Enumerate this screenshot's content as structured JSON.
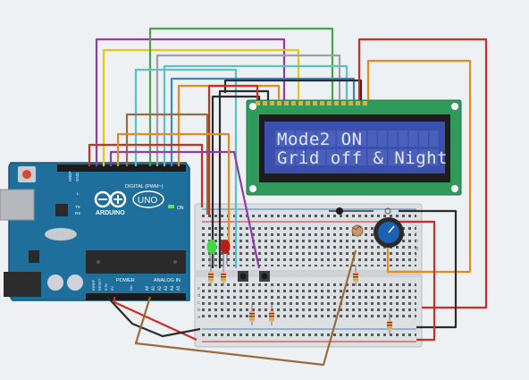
{
  "lcd": {
    "line1": "Mode2 ON",
    "line2": "Grid off & Night"
  },
  "arduino": {
    "brand": "ARDUINO",
    "model": "UNO",
    "digital_label": "DIGITAL (PWM~)",
    "analog_label": "ANALOG IN",
    "power_label": "POWER",
    "on_label": "ON",
    "tx_label": "TX",
    "rx_label": "RX",
    "l_label": "L",
    "aref_label": "AREF",
    "gnd_label": "GND",
    "ioref_label": "IOREF",
    "reset_label": "RESET",
    "v33_label": "3.3V",
    "v5_label": "5V",
    "vin_label": "Vin",
    "analog_pins": [
      "A0",
      "A1",
      "A2",
      "A3",
      "A4",
      "A5"
    ]
  },
  "breadboard": {
    "rows_left": [
      "a",
      "b",
      "c",
      "d",
      "e"
    ],
    "rows_right": [
      "f",
      "g",
      "h",
      "i",
      "j"
    ]
  },
  "colors": {
    "board": "#1f6f9c",
    "lcd_pcb": "#2f9a5a",
    "lcd_screen": "#3a4fae",
    "breadboard": "#dde0e3",
    "wire_red": "#d32a26",
    "wire_black": "#2b2b2b",
    "wire_orange": "#e58a1f",
    "wire_yellow": "#f0c21b",
    "wire_green": "#47a447",
    "wire_purple": "#8e3ca8",
    "wire_cyan": "#5bc0c8",
    "wire_gray": "#9aa0a6",
    "wire_brown": "#9b6b3e",
    "wire_blue": "#3a86c8"
  },
  "icons": [
    "led-green-icon",
    "led-red-icon",
    "pushbutton-icon",
    "potentiometer-icon",
    "photoresistor-icon",
    "resistor-icon"
  ]
}
